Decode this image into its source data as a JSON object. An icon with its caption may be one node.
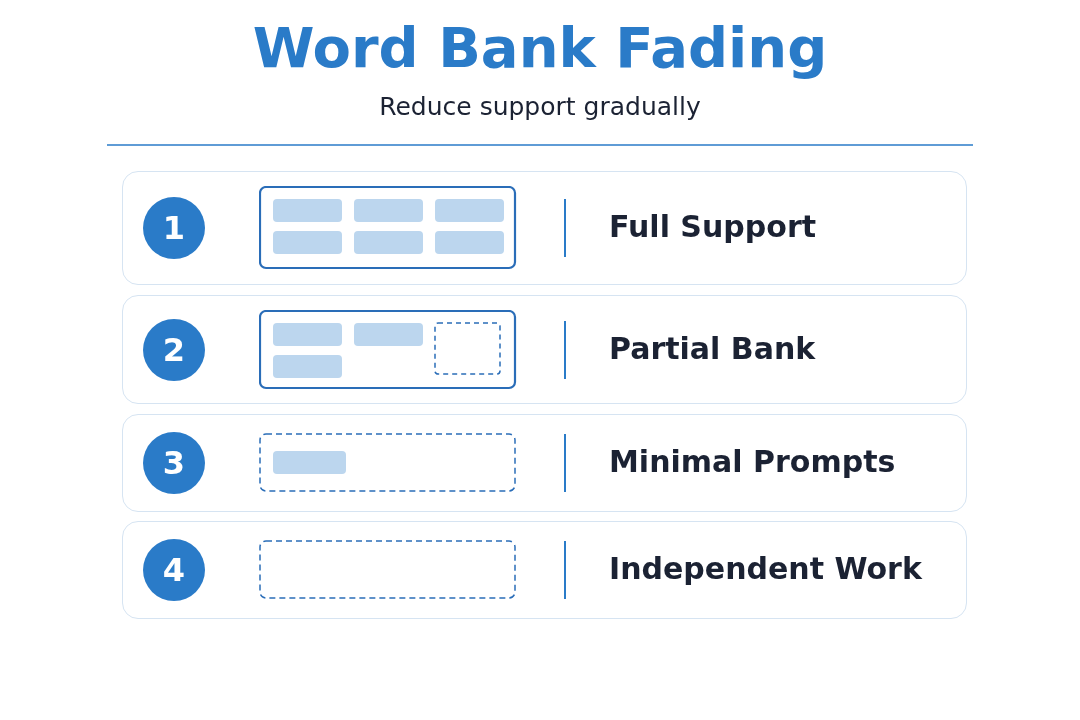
{
  "diagram": {
    "title": "Word Bank Fading",
    "nodes": [
      {
        "text": [
          "Full Support"
        ]
      },
      {
        "text": [
          "1"
        ],
        "in": 0
      },
      {
        "text": [
          "Partial Bank"
        ]
      },
      {
        "text": [
          "2"
        ],
        "in": 2
      },
      {
        "text": [
          "Minimal Prompts"
        ]
      },
      {
        "text": [
          "3"
        ],
        "in": 4
      },
      {
        "text": [
          "Independent Work"
        ]
      },
      {
        "text": [
          "4"
        ],
        "in": 6
      }
    ],
    "edges": [],
    "labels": [
      "Reduce support gradually"
    ]
  }
}
